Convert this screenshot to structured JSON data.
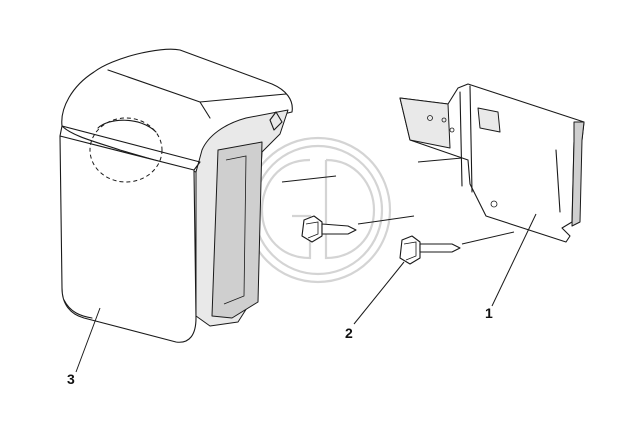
{
  "callouts": [
    {
      "id": "part-1",
      "label": "1"
    },
    {
      "id": "part-2",
      "label": "2"
    },
    {
      "id": "part-3",
      "label": "3"
    }
  ],
  "colors": {
    "background": "#ffffff",
    "line": "#1a1a1a",
    "watermark": "#d4d4d4"
  }
}
